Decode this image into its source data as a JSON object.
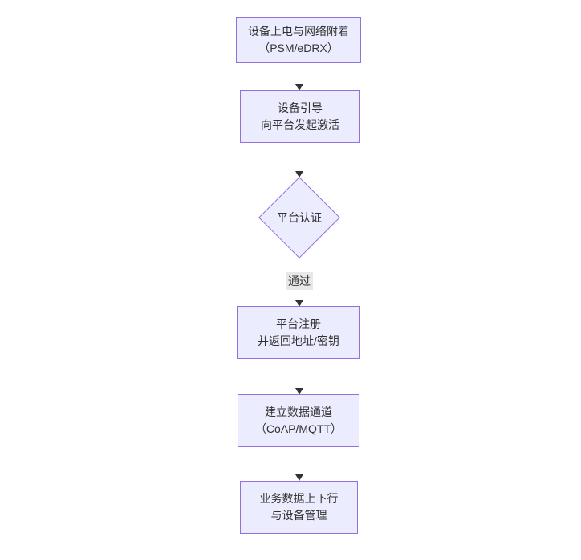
{
  "diagram": {
    "kind": "flowchart",
    "direction": "top-down",
    "colors": {
      "node_fill": "#ECECFF",
      "node_border": "#9370DB",
      "arrow": "#333333",
      "text": "#333333",
      "edge_label_bg": "#e8e8e8",
      "background": "#ffffff"
    },
    "nodes": [
      {
        "id": "A",
        "shape": "rect",
        "line1": "设备上电与网络附着",
        "line2": "（PSM/eDRX）"
      },
      {
        "id": "B",
        "shape": "rect",
        "line1": "设备引导",
        "line2": "向平台发起激活"
      },
      {
        "id": "C",
        "shape": "diamond",
        "line1": "平台认证",
        "line2": ""
      },
      {
        "id": "D",
        "shape": "rect",
        "line1": "平台注册",
        "line2": "并返回地址/密钥"
      },
      {
        "id": "E",
        "shape": "rect",
        "line1": "建立数据通道",
        "line2": "（CoAP/MQTT）"
      },
      {
        "id": "F",
        "shape": "rect",
        "line1": "业务数据上下行",
        "line2": "与设备管理"
      }
    ],
    "edges": [
      {
        "from": "A",
        "to": "B",
        "label": ""
      },
      {
        "from": "B",
        "to": "C",
        "label": ""
      },
      {
        "from": "C",
        "to": "D",
        "label": "通过"
      },
      {
        "from": "D",
        "to": "E",
        "label": ""
      },
      {
        "from": "E",
        "to": "F",
        "label": ""
      }
    ]
  }
}
